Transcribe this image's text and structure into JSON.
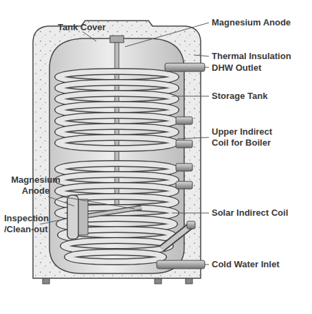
{
  "diagram": {
    "labels": [
      "Tank Cover",
      "Magnesium Anode",
      "Thermal Insulation",
      "DHW Outlet",
      "Storage Tank",
      "Upper Indirect Coil for Boiler",
      "Magnesium Anode",
      "Inspection /Clean-out",
      "Solar Indirect Coil",
      "Cold Water Inlet"
    ]
  }
}
